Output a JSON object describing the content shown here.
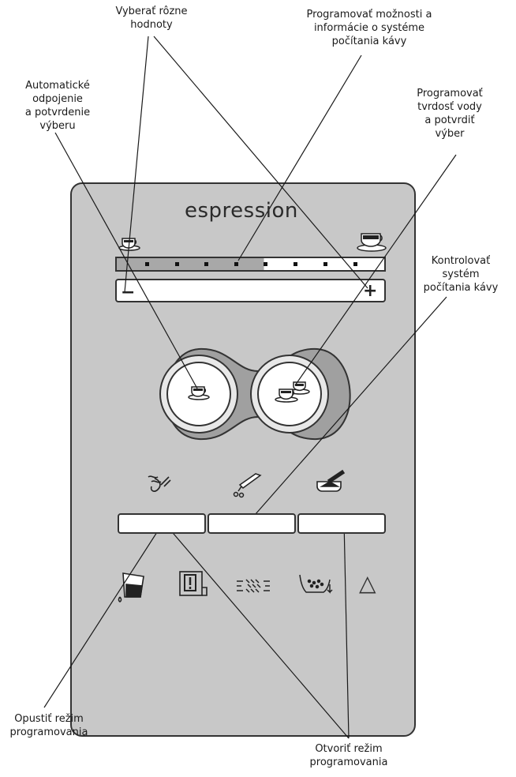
{
  "panel": {
    "brand": "espression",
    "minus_label": "−",
    "plus_label": "+",
    "warning_glyph": "△"
  },
  "callouts": {
    "select_values": "Vyberať rôzne\nhodnoty",
    "program_options": "Programovať možnosti a\ninformácie o systéme\npočítania kávy",
    "auto_off": "Automatické\nodpojenie\na potvrdenie\nvýberu",
    "program_hardness": "Programovať\ntvrdosť vody\na potvrdiť\nvýber",
    "check_counter": "Kontrolovať\nsystém\npočítania kávy",
    "exit_program": "Opustiť režim\nprogramovania",
    "open_program": "Otvoriť režim\nprogramovania"
  },
  "scale": {
    "filled_fraction": 0.55
  },
  "icons": [
    "single-cup-small-icon",
    "double-cup-icon",
    "single-cup-button-icon",
    "two-cups-button-icon",
    "steam-icon",
    "hot-water-nozzle-icon",
    "ground-coffee-icon",
    "water-tank-icon",
    "service-alert-icon",
    "descale-icon",
    "grounds-drawer-icon",
    "warning-triangle-icon"
  ],
  "colors": {
    "panel_bg": "#c8c8c8",
    "outline": "#333333",
    "scale_dark": "#a8a8a8"
  }
}
